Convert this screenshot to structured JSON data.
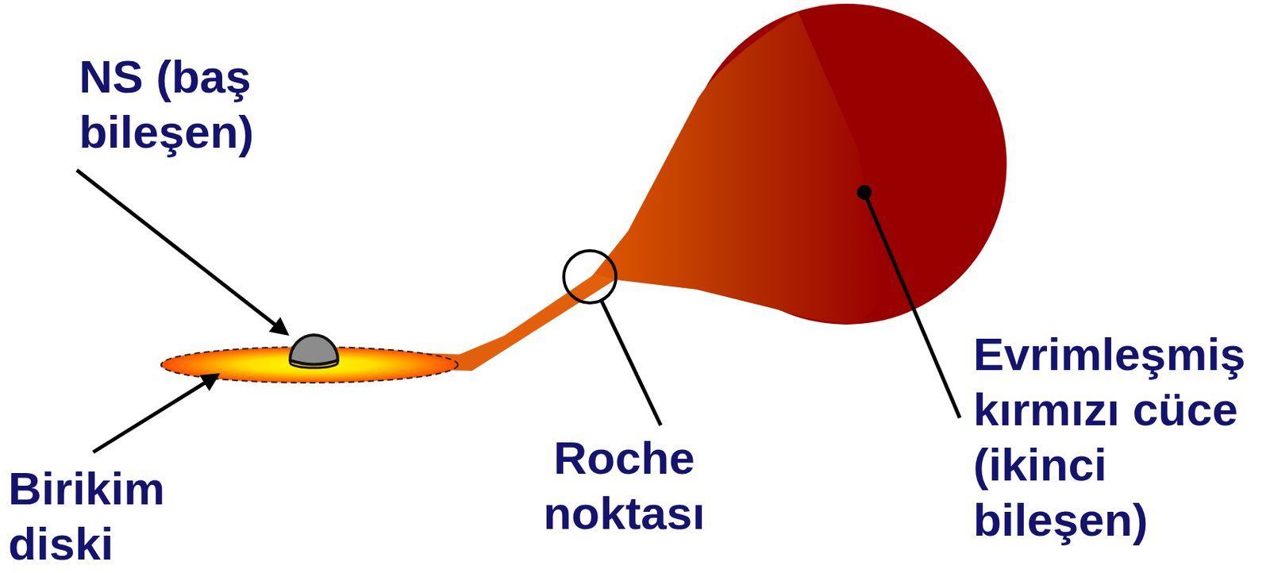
{
  "diagram": {
    "labels": [
      "NS (baş bileşen)",
      "Evrimleşmiş kırmızı cüce (ikinci bileşen)",
      "Roche noktası",
      "Birikim diski"
    ]
  }
}
